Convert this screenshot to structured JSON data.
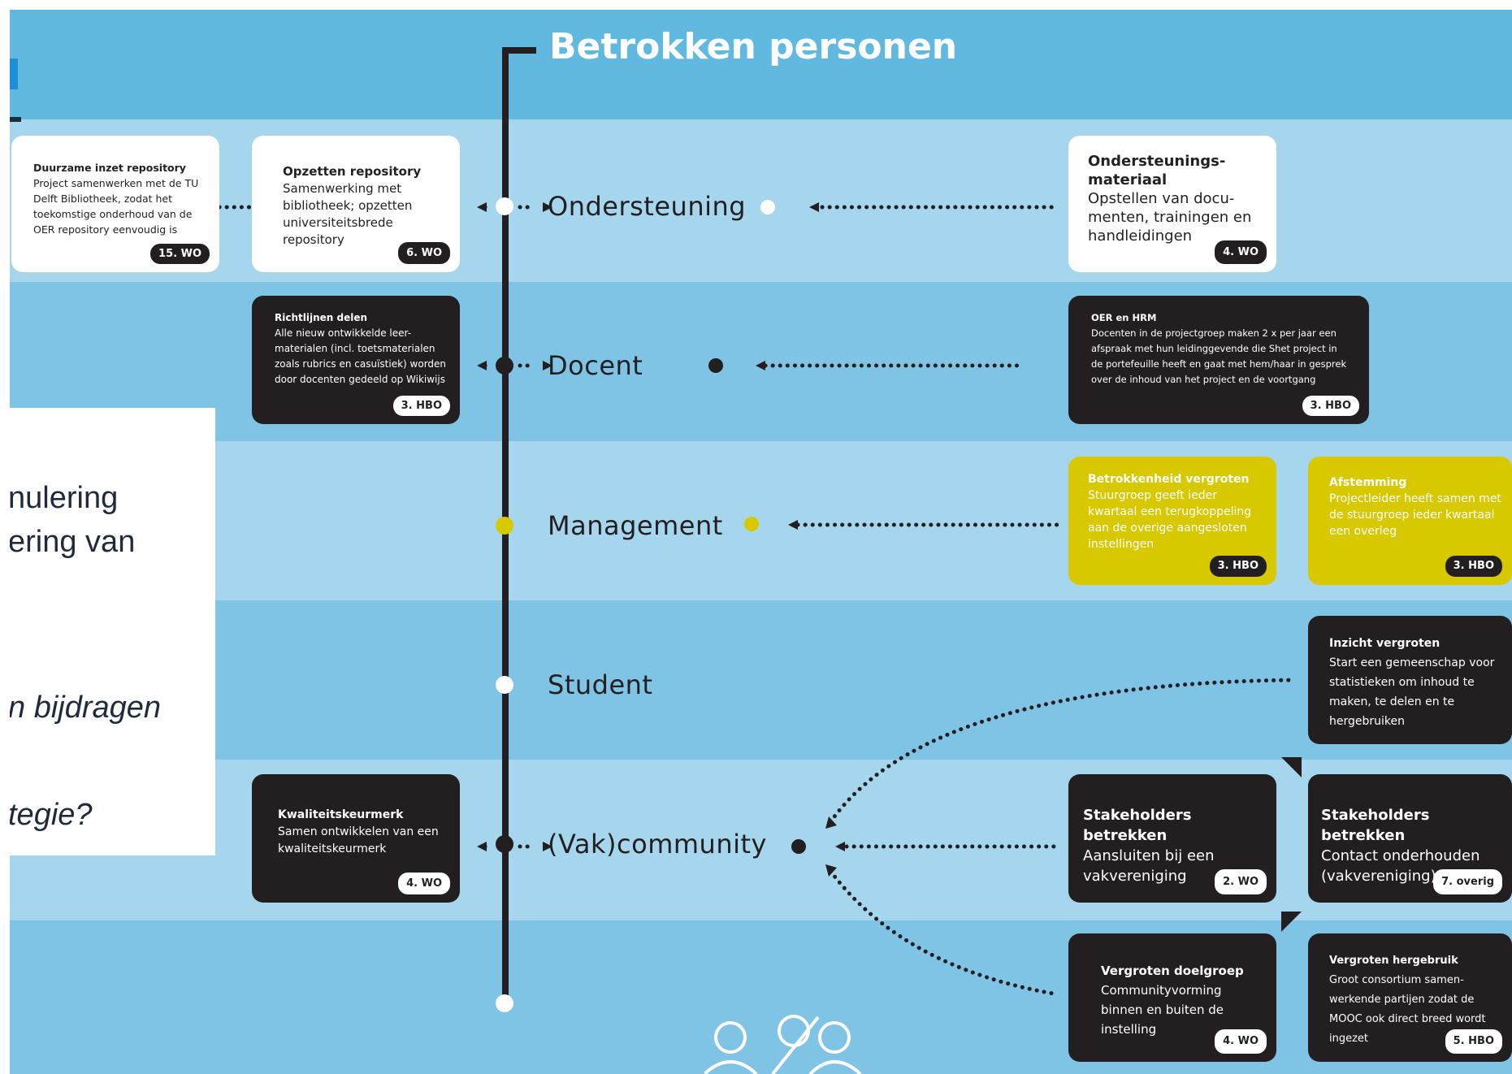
{
  "title": "Betrokken personen",
  "categories": [
    {
      "id": "ondersteuning",
      "label": "Ondersteuning"
    },
    {
      "id": "docent",
      "label": "Docent"
    },
    {
      "id": "management",
      "label": "Management"
    },
    {
      "id": "student",
      "label": "Student"
    },
    {
      "id": "vakcommunity",
      "label": "(Vak)community"
    }
  ],
  "cards": {
    "duurzame": {
      "title": "Duurzame inzet repository",
      "body": "Project samenwerken met de TU Delft Bibliotheek, zodat het toekomstige onderhoud van de OER repository eenvoudig is",
      "badge": "15. WO"
    },
    "opzetten": {
      "title": "Opzetten repository",
      "body": "Samenwerking met bibliotheek; opzetten universiteitsbrede repository",
      "badge": "6. WO"
    },
    "ondersteuningsmateriaal": {
      "title": "Ondersteunings- materiaal",
      "body": "Opstellen van docu- menten, trainingen en handleidingen",
      "badge": "4. WO"
    },
    "richtlijnen": {
      "title": "Richtlijnen delen",
      "body": "Alle nieuw ontwikkelde leer- materialen (incl. toetsmaterialen zoals rubrics en casuïstiek) worden door docenten gedeeld op Wikiwijs",
      "badge": "3. HBO"
    },
    "oer_hrm": {
      "title": "OER en HRM",
      "body": "Docenten in de projectgroep maken 2 x per jaar een afspraak met hun leidinggevende die Shet project in de portefeuille heeft en gaat met hem/haar in gesprek over de inhoud van het project en de voortgang",
      "badge": "3. HBO"
    },
    "betrokkenheid": {
      "title": "Betrokkenheid vergroten",
      "body": "Stuurgroep geeft ieder kwartaal een terugkoppeling aan de overige aangesloten instellingen",
      "badge": "3. HBO"
    },
    "afstemming": {
      "title": "Afstemming",
      "body": "Projectleider heeft samen met de stuurgroep ieder kwartaal een overleg",
      "badge": "3. HBO"
    },
    "inzicht": {
      "title": "Inzicht vergroten",
      "body": "Start een gemeenschap voor statistieken om inhoud te maken, te delen en te hergebruiken",
      "badge": ""
    },
    "kwaliteit": {
      "title": "Kwaliteitskeurmerk",
      "body": "Samen ontwikkelen van een kwaliteitskeurmerk",
      "badge": "4. WO"
    },
    "stakeholders1": {
      "title": "Stakeholders betrekken",
      "body": "Aansluiten bij een vakvereniging",
      "badge": "2. WO"
    },
    "stakeholders2": {
      "title": "Stakeholders betrekken",
      "body": "Contact onderhouden (vakvereniging)",
      "badge": "7. overig"
    },
    "doelgroep": {
      "title": "Vergroten doelgroep",
      "body": "Communityvorming binnen en buiten de instelling",
      "badge": "4. WO"
    },
    "hergebruik": {
      "title": "Vergroten hergebruik",
      "body": "Groot consortium samen- werkende partijen zodat de MOOC ook direct breed wordt ingezet",
      "badge": "5. HBO"
    }
  },
  "overlay": {
    "lines": [
      "nulering",
      "ering van",
      "n bijdragen",
      "tegie?"
    ]
  },
  "colors": {
    "header": "#6cbde2",
    "band_light": "#a3d5ee",
    "band_mid": "#7fc4e6",
    "black": "#231f20",
    "yellow": "#d8c800",
    "white": "#ffffff"
  }
}
